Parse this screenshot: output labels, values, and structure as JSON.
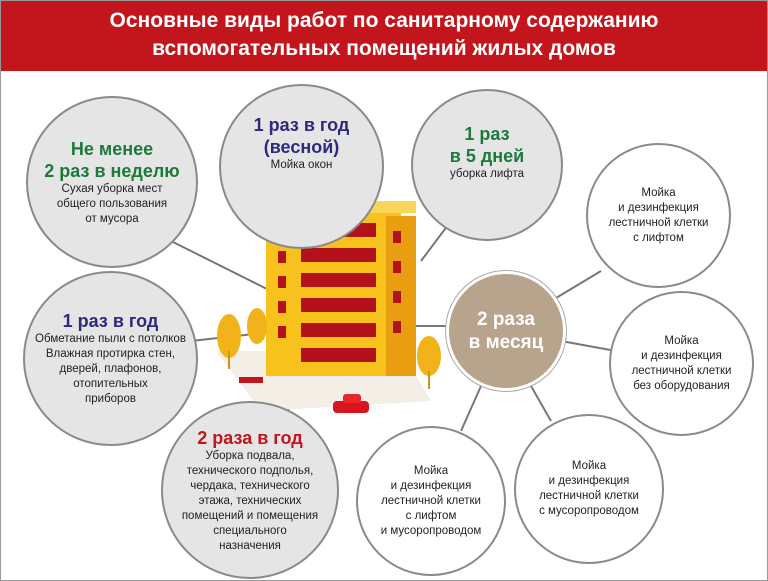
{
  "header": {
    "line1": "Основные виды работ по санитарному содержанию",
    "line2": "вспомогательных помещений жилых домов"
  },
  "colors": {
    "header": "#c3161c",
    "green": "#1c7a3a",
    "blue": "#2e2a7c",
    "red": "#c3161c",
    "hub": "#b8a48c"
  },
  "hub": {
    "line1": "2 раза",
    "line2": "в месяц"
  },
  "circles": {
    "weekly": {
      "t1": "Не менее",
      "t2": "2 раз в неделю",
      "d": [
        "Сухая уборка мест",
        "общего пользования",
        "от мусора"
      ]
    },
    "spring": {
      "t1": "1 раз в год",
      "t2": "(весной)",
      "d": [
        "Мойка окон"
      ]
    },
    "five_days": {
      "t1": "1 раз",
      "t2": "в 5 дней",
      "d": [
        "уборка лифта"
      ]
    },
    "yearly": {
      "t1": "1 раз в год",
      "d": [
        "Обметание пыли с потолков",
        "Влажная протирка стен,",
        "дверей, плафонов,",
        "отопительных",
        "приборов"
      ]
    },
    "twice_year": {
      "t1": "2 раза в год",
      "d": [
        "Уборка подвала,",
        "технического подполья,",
        "чердака, технического",
        "этажа, технических",
        "помещений и помещения",
        "специального",
        "назначения"
      ]
    },
    "m1": {
      "d": [
        "Мойка",
        "и дезинфекция",
        "лестничной клетки",
        "с лифтом"
      ]
    },
    "m2": {
      "d": [
        "Мойка",
        "и дезинфекция",
        "лестничной клетки",
        "без оборудования"
      ]
    },
    "m3": {
      "d": [
        "Мойка",
        "и дезинфекция",
        "лестничной клетки",
        "с лифтом",
        "и мусоропроводом"
      ]
    },
    "m4": {
      "d": [
        "Мойка",
        "и дезинфекция",
        "лестничной клетки",
        "с мусоропроводом"
      ]
    }
  }
}
